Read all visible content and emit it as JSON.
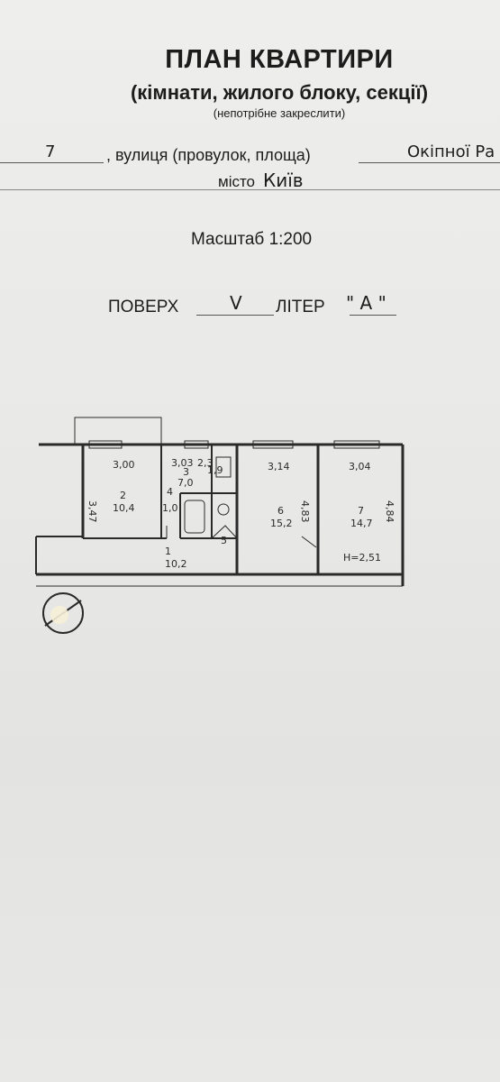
{
  "header": {
    "title": "ПЛАН КВАРТИРИ",
    "subtitle": "(кімнати, жилого блоку, секції)",
    "note": "(непотрібне закреслити)"
  },
  "address": {
    "house_number": "7",
    "street_label": ", вулиця (провулок, площа)",
    "street_value": "Окіпної Ра",
    "city_label": "місто",
    "city_value": "Київ"
  },
  "scale": {
    "label": "Масштаб 1:200"
  },
  "floor": {
    "floor_label": "ПОВЕРХ",
    "floor_value": "V",
    "liter_label": "ЛІТЕР",
    "liter_value": "\" А \""
  },
  "plan": {
    "room1": {
      "num": "1",
      "area": "10,2"
    },
    "room2": {
      "num": "2",
      "area": "10,4",
      "w": "3,00",
      "h": "3,47"
    },
    "room3": {
      "num": "3",
      "area": "7,0",
      "w": "3,03"
    },
    "room4": {
      "num": "4"
    },
    "room5": {
      "num": "5"
    },
    "room6": {
      "num": "6",
      "area": "15,2",
      "w": "3,14",
      "h": "4,83"
    },
    "room7": {
      "num": "7",
      "area": "14,7",
      "w": "3,04",
      "h": "4,84"
    },
    "ceiling": "Н=2,51",
    "dims": [
      "2,3",
      "1,9",
      "1,0"
    ]
  }
}
